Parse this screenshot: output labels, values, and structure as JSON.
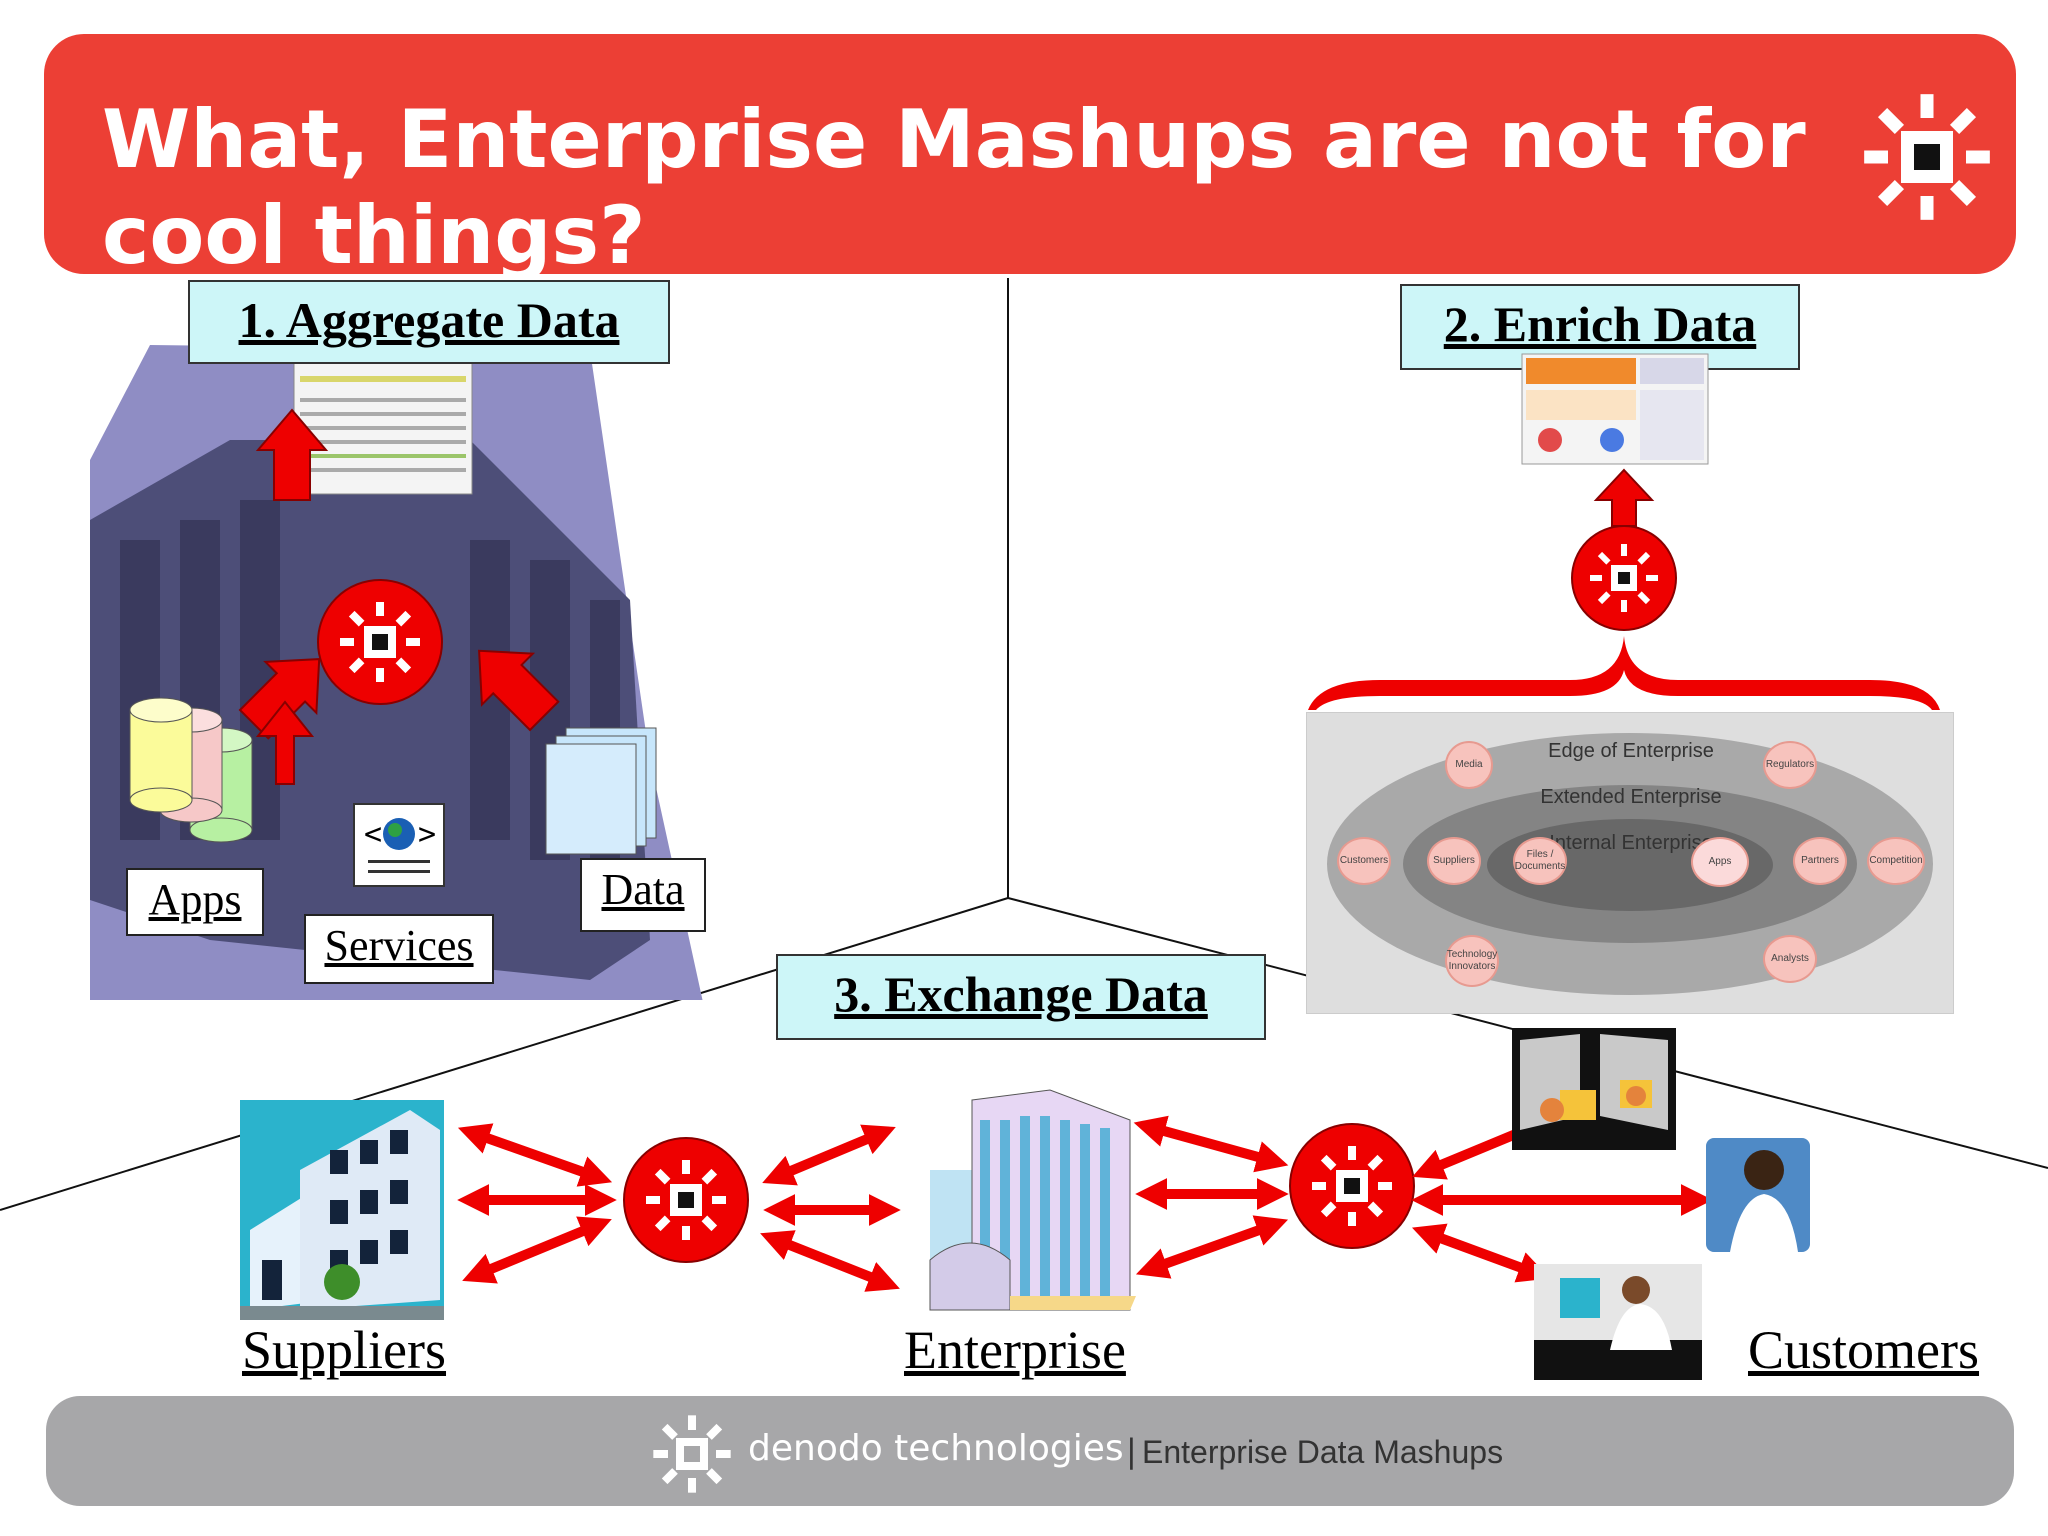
{
  "header": {
    "title": "What, Enterprise Mashups are not for cool things?",
    "logo_icon": "denodo-logo-icon"
  },
  "sections": {
    "aggregate": {
      "title": "1. Aggregate Data",
      "apps_label": "Apps",
      "services_label": "Services",
      "data_label": "Data"
    },
    "enrich": {
      "title": "2. Enrich Data",
      "ring_outer": "Edge of Enterprise",
      "ring_middle": "Extended Enterprise",
      "ring_inner": "Internal Enterprise",
      "nodes": {
        "media": "Media",
        "regulators": "Regulators",
        "customers": "Customers",
        "suppliers": "Suppliers",
        "files": "Files / Documents",
        "apps": "Apps",
        "partners": "Partners",
        "competition": "Competition",
        "tech": "Technology Innovators",
        "analysts": "Analysts"
      }
    },
    "exchange": {
      "title": "3. Exchange Data",
      "suppliers": "Suppliers",
      "enterprise": "Enterprise",
      "customers": "Customers"
    }
  },
  "footer": {
    "brand": "denodo technologies",
    "separator": "|",
    "product": "Enterprise Data Mashups"
  },
  "colors": {
    "accent_red": "#ec3f35",
    "arrow_red": "#ee0000",
    "label_fill": "#cdf6f8",
    "footer_gray": "#a7a7a9"
  }
}
